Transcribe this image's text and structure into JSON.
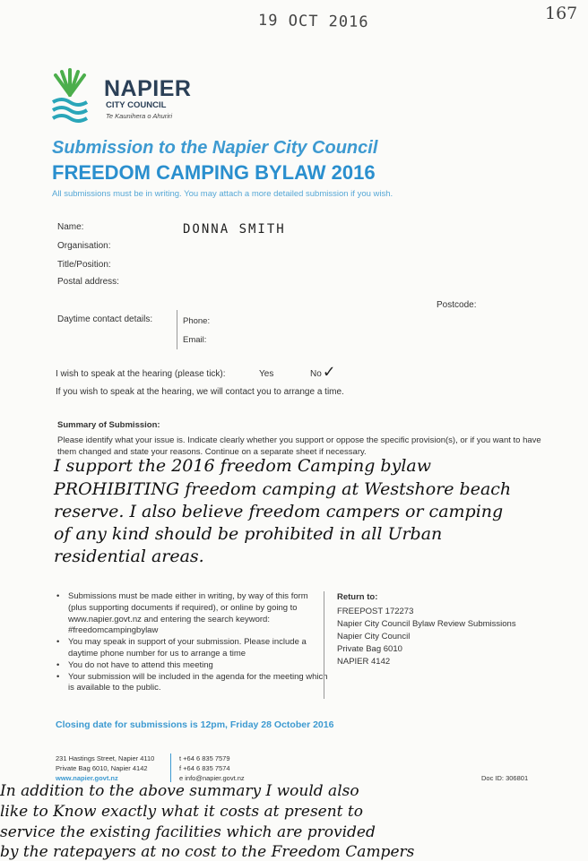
{
  "stamp": {
    "date": "19 OCT 2016",
    "page_number": "167"
  },
  "brand": {
    "name": "NAPIER",
    "sub": "CITY COUNCIL",
    "tagline": "Te Kaunihera o Ahuriri",
    "colors": {
      "navy": "#2b4057",
      "green": "#4cae4c",
      "teal": "#2aa6b9"
    }
  },
  "title": {
    "line1": "Submission to the Napier City Council",
    "line2": "FREEDOM CAMPING BYLAW 2016",
    "subtitle": "All submissions must be in writing. You may attach a more detailed submission if you wish."
  },
  "form": {
    "name_label": "Name:",
    "name_value": "DONNA SMITH",
    "organisation_label": "Organisation:",
    "title_label": "Title/Position:",
    "postal_label": "Postal address:",
    "postcode_label": "Postcode:",
    "daytime_label": "Daytime contact details:",
    "phone_label": "Phone:",
    "email_label": "Email:"
  },
  "hearing": {
    "question": "I wish to speak at the hearing (please tick):",
    "yes": "Yes",
    "no": "No",
    "tick": "✓",
    "note": "If you wish to speak at the hearing, we will contact you to arrange a time."
  },
  "summary": {
    "heading": "Summary of Submission:",
    "instructions": "Please identify what your issue is. Indicate clearly whether you support or oppose the specific provision(s), or if you want to have them changed and state your reasons. Continue on a separate sheet if necessary.",
    "handwritten": [
      "I support the 2016 freedom Camping bylaw",
      "PROHIBITING freedom camping at Westshore beach",
      "reserve. I also believe freedom campers or camping",
      "of any kind should be prohibited in all Urban",
      "residential areas."
    ]
  },
  "bullets": [
    "Submissions must be made either in writing, by way of this form (plus supporting documents if required), or online by going to www.napier.govt.nz and entering the search keyword: #freedomcampingbylaw",
    "You may speak in support of your submission. Please include a daytime phone number for us to arrange a time",
    "You do not have to attend this meeting",
    "Your submission will be included in the agenda for the meeting which is available to the public."
  ],
  "return_to": {
    "heading": "Return to:",
    "lines": [
      "FREEPOST 172273",
      "Napier City Council Bylaw Review Submissions",
      "Napier City Council",
      "Private Bag 6010",
      "NAPIER 4142"
    ]
  },
  "closing": "Closing date for submissions is 12pm, Friday 28 October 2016",
  "footer": {
    "address1": "231 Hastings Street, Napier 4110",
    "address2": "Private Bag 6010, Napier 4142",
    "website": "www.napier.govt.nz",
    "tel": "t +64 6 835 7579",
    "fax": "f +64 6 835 7574",
    "email": "e info@napier.govt.nz",
    "doc_id": "Doc ID: 306801"
  },
  "bottom_note": [
    "In addition to the above summary I would also",
    "like to Know exactly what it costs at present to",
    "service the existing facilities which are provided",
    "by the ratepayers at no cost to the Freedom Campers"
  ]
}
